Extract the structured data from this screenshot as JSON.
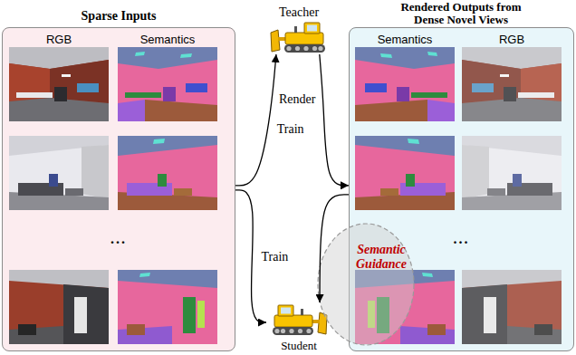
{
  "diagram": {
    "nodes": [
      {
        "text": [
          "Sparse Inputs",
          "RGB",
          "Semantics",
          "..."
        ]
      },
      {
        "text": [
          "Teacher"
        ]
      },
      {
        "text": [
          "Rendered Outputs from Dense Novel Views",
          "Semantics",
          "RGB",
          "..."
        ]
      },
      {
        "text": [
          "Semantic Guidance"
        ]
      },
      {
        "text": [
          "Student"
        ]
      }
    ],
    "edges": [
      {
        "from": 0,
        "to": 1,
        "label": "Train",
        "arrow": "to"
      },
      {
        "from": 1,
        "to": 2,
        "label": "Render",
        "arrow": "to"
      },
      {
        "from": 0,
        "to": 4,
        "label": "Train",
        "arrow": "to"
      },
      {
        "from": 2,
        "to": 4,
        "arrow": "to"
      }
    ]
  }
}
